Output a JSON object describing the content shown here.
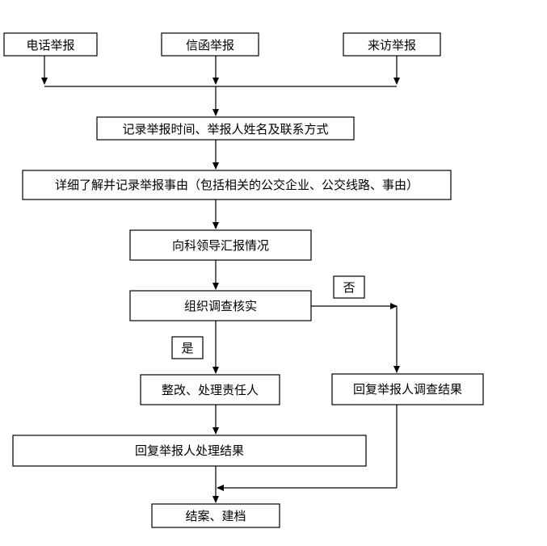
{
  "nodes": {
    "phone_report": "电话举报",
    "letter_report": "信函举报",
    "visit_report": "来访举报",
    "record_info": "记录举报时间、举报人姓名及联系方式",
    "detail_info": "详细了解并记录举报事由（包括相关的公交企业、公交线路、事由）",
    "report_leader": "向科领导汇报情况",
    "investigate": "组织调查核实",
    "yes_label": "是",
    "no_label": "否",
    "rectify": "整改、处理责任人",
    "reply_investigation": "回复举报人调查结果",
    "reply_handling": "回复举报人处理结果",
    "close_case": "结案、建档"
  }
}
